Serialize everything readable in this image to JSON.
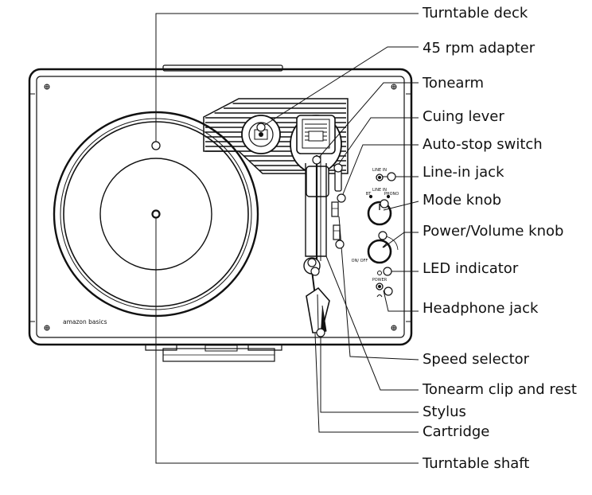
{
  "brand": "amazon basics",
  "panel_labels": {
    "line_in": "LINE IN",
    "mode_line_in": "LINE IN",
    "mode_bt": "BT",
    "mode_phono": "PHONO",
    "on_off": "ON/\nOFF",
    "power": "POWER"
  },
  "callouts": [
    {
      "id": "turntable-deck",
      "text": "Turntable deck"
    },
    {
      "id": "adapter-45rpm",
      "text": "45 rpm adapter"
    },
    {
      "id": "tonearm",
      "text": "Tonearm"
    },
    {
      "id": "cuing-lever",
      "text": "Cuing lever"
    },
    {
      "id": "auto-stop-switch",
      "text": "Auto-stop switch"
    },
    {
      "id": "line-in-jack",
      "text": "Line-in jack"
    },
    {
      "id": "mode-knob",
      "text": "Mode knob"
    },
    {
      "id": "power-volume-knob",
      "text": "Power/Volume knob"
    },
    {
      "id": "led-indicator",
      "text": "LED indicator"
    },
    {
      "id": "headphone-jack",
      "text": "Headphone jack"
    },
    {
      "id": "speed-selector",
      "text": "Speed selector"
    },
    {
      "id": "tonearm-clip-rest",
      "text": "Tonearm clip and rest"
    },
    {
      "id": "stylus",
      "text": "Stylus"
    },
    {
      "id": "cartridge",
      "text": "Cartridge"
    },
    {
      "id": "turntable-shaft",
      "text": "Turntable shaft"
    }
  ]
}
